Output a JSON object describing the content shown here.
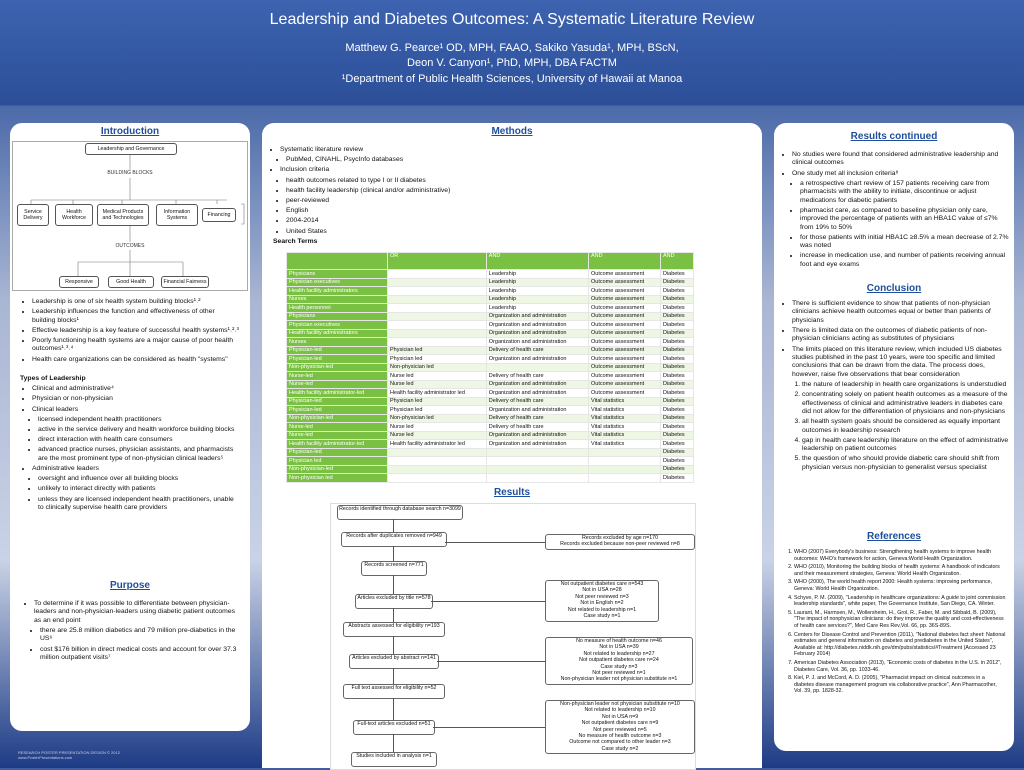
{
  "header": {
    "title": "Leadership and Diabetes Outcomes: A Systematic Literature Review",
    "authors_line1": "Matthew G. Pearce¹ OD, MPH, FAAO, Sakiko Yasuda¹, MPH, BScN,",
    "authors_line2": "Deon V. Canyon¹, PhD, MPH, DBA FACTM",
    "affiliation": "¹Department of Public Health Sciences, University of Hawaii at Manoa"
  },
  "intro": {
    "title": "Introduction",
    "diagram": {
      "top": "Leadership and Governance",
      "blocks_label": "BUILDING BLOCKS",
      "blocks": [
        "Service Delivery",
        "Health Workforce",
        "Medical Products and Technologies",
        "Information Systems",
        "Financing"
      ],
      "outcomes_label": "OUTCOMES",
      "outcomes": [
        "Responsive",
        "Good Health",
        "Financial Fairness"
      ]
    },
    "bullets": [
      "Leadership is one of six health system building blocks¹˒²",
      "Leadership influences the function and effectiveness of other building blocks¹",
      "Effective leadership is a key feature of successful health systems¹˒²˒³",
      "Poorly functioning health systems are a major cause of poor health outcomes¹˒³˒⁴",
      "Health care organizations can be considered as health \"systems\""
    ],
    "types_title": "Types of Leadership",
    "types": [
      "Clinical and administrative⁴",
      "Physician or non-physician",
      "Clinical leaders"
    ],
    "clinical_sub": [
      "licensed independent health practitioners",
      "active in the service delivery and health workforce building blocks",
      "direct interaction with health care consumers",
      "advanced practice nurses, physician assistants, and pharmacists are the most prominent type of non-physician clinical leaders⁵"
    ],
    "admin_title": "Administrative leaders",
    "admin_sub": [
      "oversight and influence over all building blocks",
      "unlikely to interact directly with patients",
      "unless they are licensed independent health practitioners, unable to clinically supervise health care providers"
    ]
  },
  "purpose": {
    "title": "Purpose",
    "main": "To determine if it was possible to differentiate between physician-leaders and non-physician-leaders using diabetic patient outcomes as an end point",
    "sub": [
      "there are 25.8 million diabetics and 79 million pre-diabetics in the US⁶",
      "cost $176 billion in direct medical costs and account for over 37.3 million outpatient visits⁷"
    ]
  },
  "methods": {
    "title": "Methods",
    "items": [
      {
        "text": "Systematic literature review",
        "sub": [
          "PubMed, CINAHL, PsycInfo databases"
        ]
      },
      {
        "text": "Inclusion criteria",
        "sub": [
          "health outcomes related to type I or II diabetes",
          "health facility leadership (clinical and/or administrative)",
          "peer-reviewed",
          "English",
          "2004-2014",
          "United States"
        ]
      }
    ],
    "search_terms_label": "Search Terms",
    "table": {
      "header": [
        "",
        "OR",
        "AND",
        "AND",
        "AND"
      ],
      "rows": [
        [
          "Physicians",
          "",
          "Leadership",
          "Outcome assessment",
          "Diabetes"
        ],
        [
          "Physician executives",
          "",
          "Leadership",
          "Outcome assessment",
          "Diabetes"
        ],
        [
          "Health facility administrators",
          "",
          "Leadership",
          "Outcome assessment",
          "Diabetes"
        ],
        [
          "Nurses",
          "",
          "Leadership",
          "Outcome assessment",
          "Diabetes"
        ],
        [
          "Health personnel",
          "",
          "Leadership",
          "Outcome assessment",
          "Diabetes"
        ],
        [
          "Physicians",
          "",
          "Organization and administration",
          "Outcome assessment",
          "Diabetes"
        ],
        [
          "Physician executives",
          "",
          "Organization and administration",
          "Outcome assessment",
          "Diabetes"
        ],
        [
          "Health facility administrators",
          "",
          "Organization and administration",
          "Outcome assessment",
          "Diabetes"
        ],
        [
          "Nurses",
          "",
          "Organization and administration",
          "Outcome assessment",
          "Diabetes"
        ],
        [
          "Physician-led",
          "Physician led",
          "Delivery of health care",
          "Outcome assessment",
          "Diabetes"
        ],
        [
          "Physician-led",
          "Physician led",
          "Organization and administration",
          "Outcome assessment",
          "Diabetes"
        ],
        [
          "Non-physician-led",
          "Non-physician led",
          "",
          "Outcome assessment",
          "Diabetes"
        ],
        [
          "Nurse-led",
          "Nurse led",
          "Delivery of health care",
          "Outcome assessment",
          "Diabetes"
        ],
        [
          "Nurse-led",
          "Nurse led",
          "Organization and administration",
          "Outcome assessment",
          "Diabetes"
        ],
        [
          "Health facility administrator-led",
          "Health facility administrator led",
          "Organization and administration",
          "Outcome assessment",
          "Diabetes"
        ],
        [
          "Physician-led",
          "Physician led",
          "Delivery of health care",
          "Vital statistics",
          "Diabetes"
        ],
        [
          "Physician-led",
          "Physician led",
          "Organization and administration",
          "Vital statistics",
          "Diabetes"
        ],
        [
          "Non-physician-led",
          "Non-physician led",
          "Delivery of health care",
          "Vital statistics",
          "Diabetes"
        ],
        [
          "Nurse-led",
          "Nurse led",
          "Delivery of health care",
          "Vital statistics",
          "Diabetes"
        ],
        [
          "Nurse-led",
          "Nurse led",
          "Organization and administration",
          "Vital statistics",
          "Diabetes"
        ],
        [
          "Health facility administrator-led",
          "Health facility administrator led",
          "Organization and administration",
          "Vital statistics",
          "Diabetes"
        ],
        [
          "Physician-led",
          "",
          "",
          "",
          "Diabetes"
        ],
        [
          "Physician led",
          "",
          "",
          "",
          "Diabetes"
        ],
        [
          "Non-physician-led",
          "",
          "",
          "",
          "Diabetes"
        ],
        [
          "Non-physician led",
          "",
          "",
          "",
          "Diabetes"
        ]
      ]
    }
  },
  "results": {
    "title": "Results",
    "flow": [
      "Records identified through database search n=3099",
      "Records after duplicates removed n=949",
      "Records screened n=771",
      "Articles excluded by title n=578",
      "Abstracts assessed for eligibility n=193",
      "Articles excluded by abstract n=141",
      "Full text assessed for eligibility n=52",
      "Full-text articles excluded n=51",
      "Studies included in analysis n=1"
    ],
    "side": [
      "Records excluded by age n=170\nRecords excluded because non-peer reviewed n=8",
      "Not outpatient diabetes care n=543\nNot in USA n=28\nNot peer reviewed n=3\nNot in English n=2\nNot related to leadership n=1\nCase study n=1",
      "No measure of health outcome n=46\nNot in USA n=39\nNot related to leadership n=27\nNot outpatient diabetes care n=24\nCase study n=3\nNot peer reviewed n=1\nNon-physician leader not physician substitute n=1",
      "Non-physician leader not physician substitute n=10\nNot related to leadership n=10\nNot in USA n=9\nNot outpatient diabetes care n=9\nNot peer reviewed n=5\nNo measure of health outcome n=3\nOutcome not compared to other leader n=3\nCase study n=2"
    ]
  },
  "results_cont": {
    "title": "Results continued",
    "items": [
      "No studies were found that considered administrative leadership and clinical outcomes",
      "One study met all inclusion criteria⁸"
    ],
    "sub": [
      "a retrospective chart review of 157 patients receiving care from pharmacists with the ability to initiate, discontinue or adjust medications for diabetic patients",
      "pharmacist care, as compared to baseline physician only care, improved the percentage of patients with an HBA1C value of ≤7% from 19% to 50%",
      "for those patients with initial HBA1C ≥8.5% a mean decrease of 2.7% was noted",
      "increase in medication  use, and number of patients receiving annual foot and eye exams"
    ]
  },
  "conclusion": {
    "title": "Conclusion",
    "items": [
      "There is sufficient evidence to show that patients of non-physician clinicians achieve health outcomes equal or better than patients of physicians",
      "There is limited data on the outcomes of diabetic patients of non-physician clinicians acting as substitutes of physicians",
      "The limits placed on this literature review, which included US diabetes studies published in the past 10 years, were too specific and limited conclusions that can be drawn from the data. The process does, however, raise five observations that bear consideration"
    ],
    "numbered": [
      "the nature of leadership in health care organizations is understudied",
      "concentrating solely on patient health outcomes as a measure of the effectiveness of clinical and administrative leaders in diabetes care did not allow for the differentiation of physicians and non-physicians",
      "all health system goals should be considered as equally important outcomes in leadership research",
      "gap in health care leadership literature on the effect of administrative leadership on patient outcomes",
      "the question of who should provide diabetic care should shift from physician versus non-physician to generalist versus specialist"
    ]
  },
  "references": {
    "title": "References",
    "items": [
      "WHO (2007) Everybody's business: Strengthening health systems to improve health outcomes: WHO's framework for action, Geneva:World Health Organization.",
      "WHO (2010), Monitoring the building blocks of health systems: A handbook of indicators and their measurement strategies, Geneva: World Health Organization.",
      "WHO  (2000), The world health report 2000: Health systems: improving performance, Geneva: World Health Organization.",
      "Schyve, P. M. (2009), \"Leadership in healthcare organizations: A guide to joint commission leadership standards\", white paper, The Governance Institute, San Diego, CA. Winter.",
      "Laurant, M., Harmsen, M., Wollersheim, H., Grol, R., Faber, M. and Sibbald, B. (2009), \"The impact of nonphysician clinicians: do they improve the quality and cost-effectiveness of health care services?\", Med Care Res Rev,Vol. 66, pp. 36S-89S.",
      "Centers for Disease Control and Prevention (2011), \"National diabetes fact sheet: National estimates and general information on diabetes and prediabetes in the United States\", Available at: http://diabetes.niddk.nih.gov/dm/pubs/statistics/#Treatment (Accessed 23 February 2014)",
      "American Diabetes Association (2013), \"Economic costs of diabetes in the U.S. in 2012\", Diabetes Care, Vol. 36, pp. 1033-46.",
      "Kiel, P. J. and McCord, A. D. (2005), \"Pharmacist impact on clinical outcomes in a diabetes disease management program via collaborative practice\", Ann Pharmacother, Vol. 39, pp. 1828-32."
    ]
  },
  "footer": {
    "line1": "RESEARCH POSTER PRESENTATION DESIGN © 2012",
    "line2": "www.PosterPresentations.com"
  }
}
